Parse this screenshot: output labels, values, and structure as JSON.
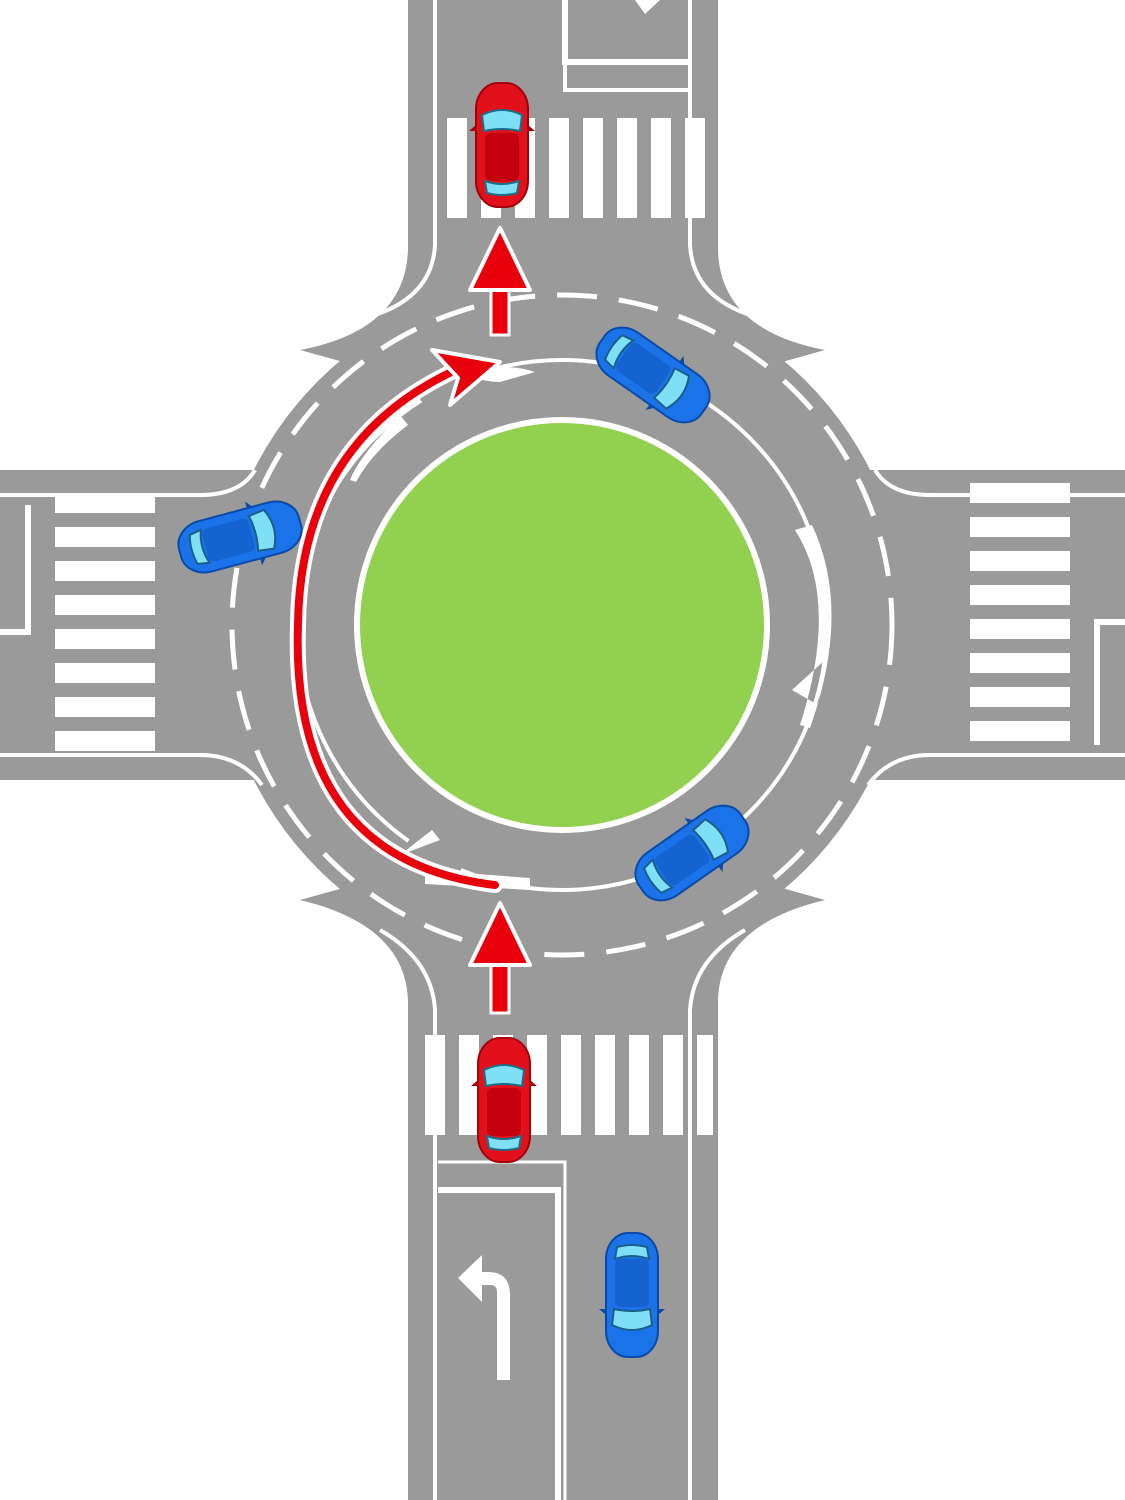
{
  "colors": {
    "background": "#ffffff",
    "road": "#9a9a9a",
    "markings": "#ffffff",
    "island": "#92d050",
    "path_arrow": "#e8000b",
    "red_car": "#e2101b",
    "blue_car": "#1a73e8",
    "windshield": "#7fe0f5"
  },
  "scene": {
    "type": "roundabout-top-view",
    "traffic_direction": "counter-clockwise",
    "center_island": "green-circle",
    "road_arrows": [
      "left-turn-lane-arrow",
      "circulation-arrow-east",
      "circulation-arrow-west"
    ],
    "path_arrow": "entry-south-exit-north-via-west-side",
    "vehicles": [
      {
        "name": "red-car-exiting-north",
        "color": "red",
        "heading": "north"
      },
      {
        "name": "red-car-entering-south",
        "color": "red",
        "heading": "north"
      },
      {
        "name": "blue-car-south-lane",
        "color": "blue",
        "heading": "south"
      },
      {
        "name": "blue-car-ring-northeast",
        "color": "blue",
        "heading": "southeast"
      },
      {
        "name": "blue-car-ring-west",
        "color": "blue",
        "heading": "northeast"
      },
      {
        "name": "blue-car-ring-southeast",
        "color": "blue",
        "heading": "northeast"
      }
    ]
  }
}
